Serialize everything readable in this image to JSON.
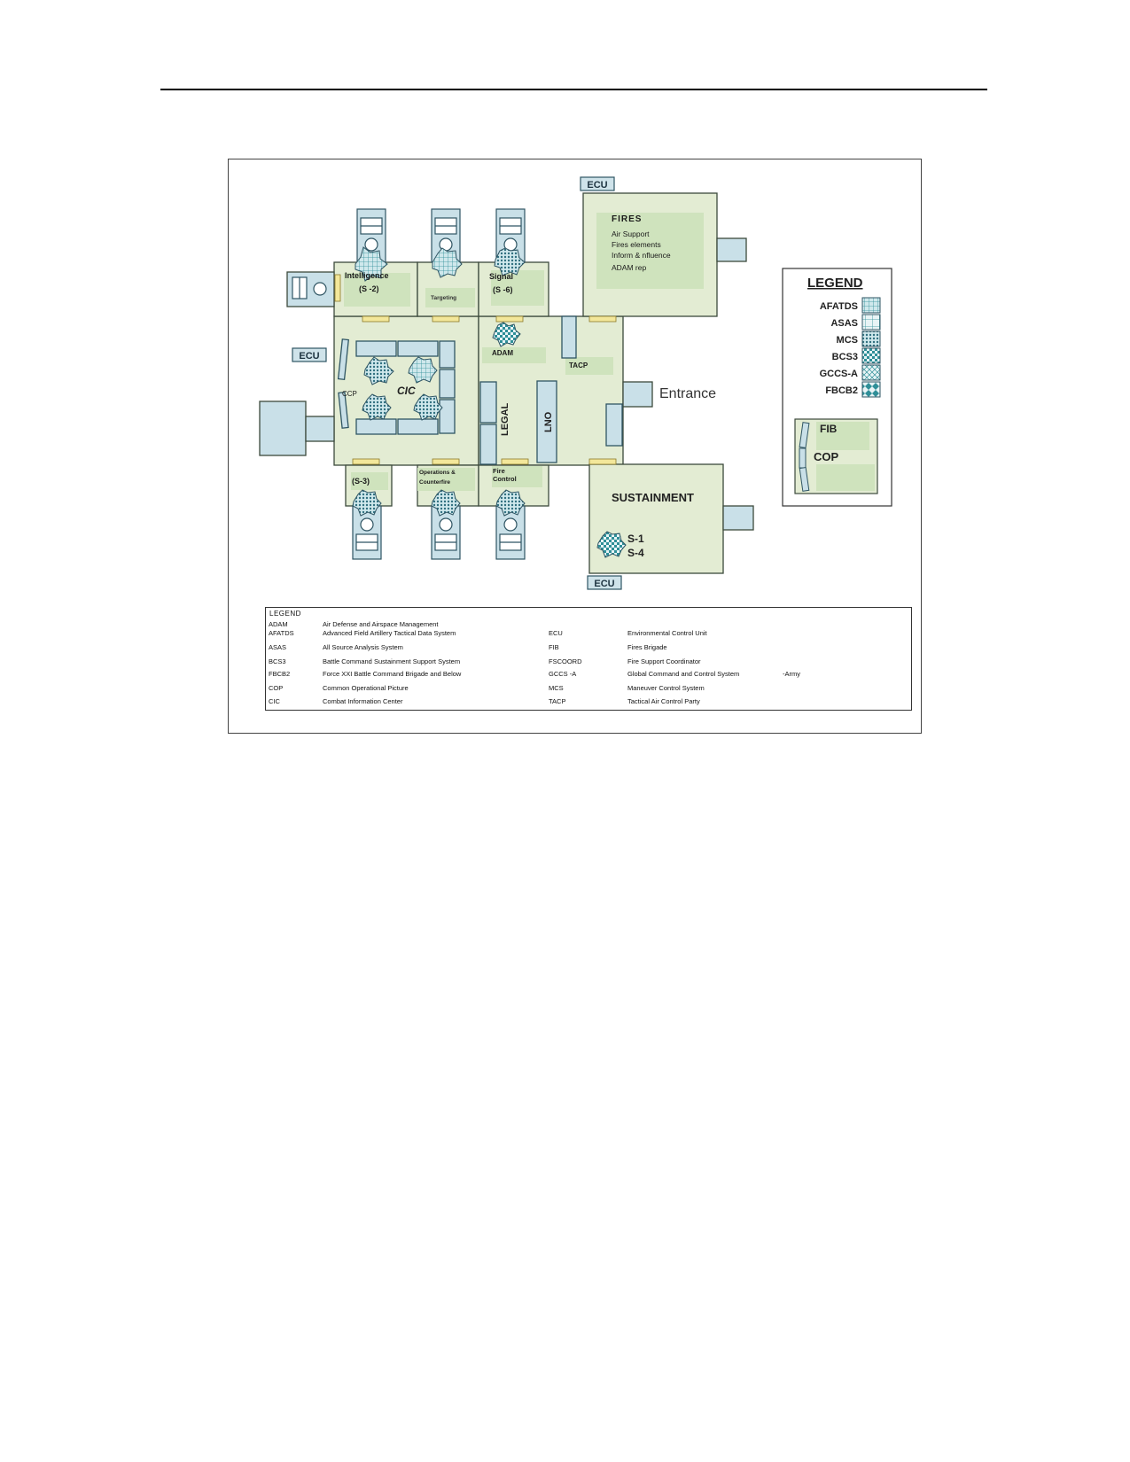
{
  "diagram": {
    "rooms": {
      "fires_title": "FIRES",
      "fires_items": [
        "Air Support",
        "Fires elements",
        "Inform & nfluence",
        "ADAM rep"
      ],
      "intelligence": "Intelligence",
      "s2": "(S -2)",
      "targeting": "Targeting",
      "signal": "Signal",
      "s6": "(S -6)",
      "adam": "ADAM",
      "tacp": "TACP",
      "ccp": "CCP",
      "cic": "CIC",
      "legal": "LEGAL",
      "lno": "LNO",
      "s3": "(S-3)",
      "operations": "Operations &",
      "counterfire": "Counterfire",
      "fire_control_1": "Fire",
      "fire_control_2": "Control",
      "sustainment": "SUSTAINMENT",
      "s1": "S-1",
      "s4": "S-4",
      "entrance": "Entrance",
      "ecu": "ECU"
    },
    "legend": {
      "title": "LEGEND",
      "items": [
        "AFATDS",
        "ASAS",
        "MCS",
        "BCS3",
        "GCCS-A",
        "FBCB2"
      ],
      "fib": "FIB",
      "cop": "COP"
    },
    "colors": {
      "room_fill": "#e3ecd3",
      "panel_fill": "#cfe3bd",
      "equipment_fill": "#c9e0e8",
      "equipment_stroke": "#2f5563",
      "hatch_stroke": "#2f8f98",
      "desk_fill": "#f3e79a"
    }
  },
  "abbreviations": {
    "title": "LEGEND",
    "left": [
      {
        "abbr": "ADAM",
        "meaning": "Air Defense and Airspace Management"
      },
      {
        "abbr": "AFATDS",
        "meaning": "Advanced Field Artillery Tactical Data System"
      },
      {
        "abbr": "ASAS",
        "meaning": "All Source Analysis System"
      },
      {
        "abbr": "BCS3",
        "meaning": "Battle Command Sustainment Support System"
      },
      {
        "abbr": "FBCB2",
        "meaning": "Force XXI Battle Command Brigade and Below"
      },
      {
        "abbr": "COP",
        "meaning": "Common Operational Picture"
      },
      {
        "abbr": "CIC",
        "meaning": "Combat Information Center"
      }
    ],
    "right": [
      {
        "abbr": "ECU",
        "meaning": "Environmental Control Unit"
      },
      {
        "abbr": "FIB",
        "meaning": "Fires Brigade"
      },
      {
        "abbr": "FSCOORD",
        "meaning": "Fire Support Coordinator"
      },
      {
        "abbr": "GCCS -A",
        "meaning": "Global Command and Control System",
        "extra": "-Army"
      },
      {
        "abbr": "MCS",
        "meaning": "Maneuver Control System"
      },
      {
        "abbr": "TACP",
        "meaning": "Tactical Air Control Party"
      }
    ]
  }
}
